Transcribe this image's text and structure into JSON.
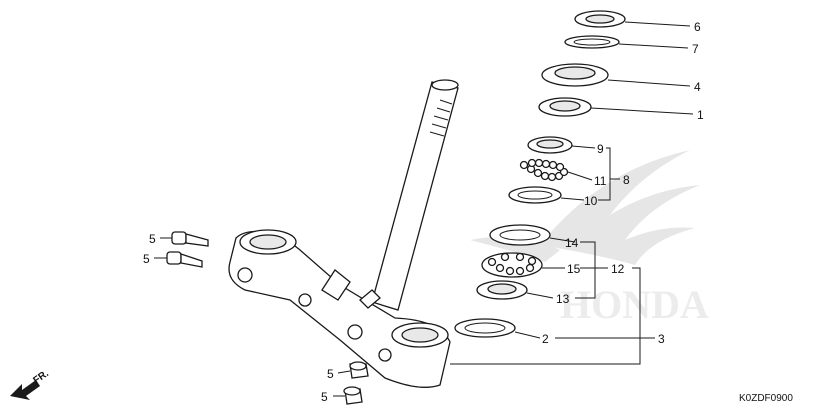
{
  "parts": {
    "p1": "1",
    "p2": "2",
    "p3": "3",
    "p4": "4",
    "p5a": "5",
    "p5b": "5",
    "p5c": "5",
    "p5d": "5",
    "p6": "6",
    "p7": "7",
    "p8": "8",
    "p9": "9",
    "p10": "10",
    "p11": "11",
    "p12": "12",
    "p13": "13",
    "p14": "14",
    "p15": "15"
  },
  "direction_label": "FR.",
  "diagram_code": "K0ZDF0900",
  "watermark_text": "HONDA",
  "colors": {
    "line": "#1a1a1a",
    "watermark": "#e6e6e6",
    "background": "#ffffff"
  }
}
